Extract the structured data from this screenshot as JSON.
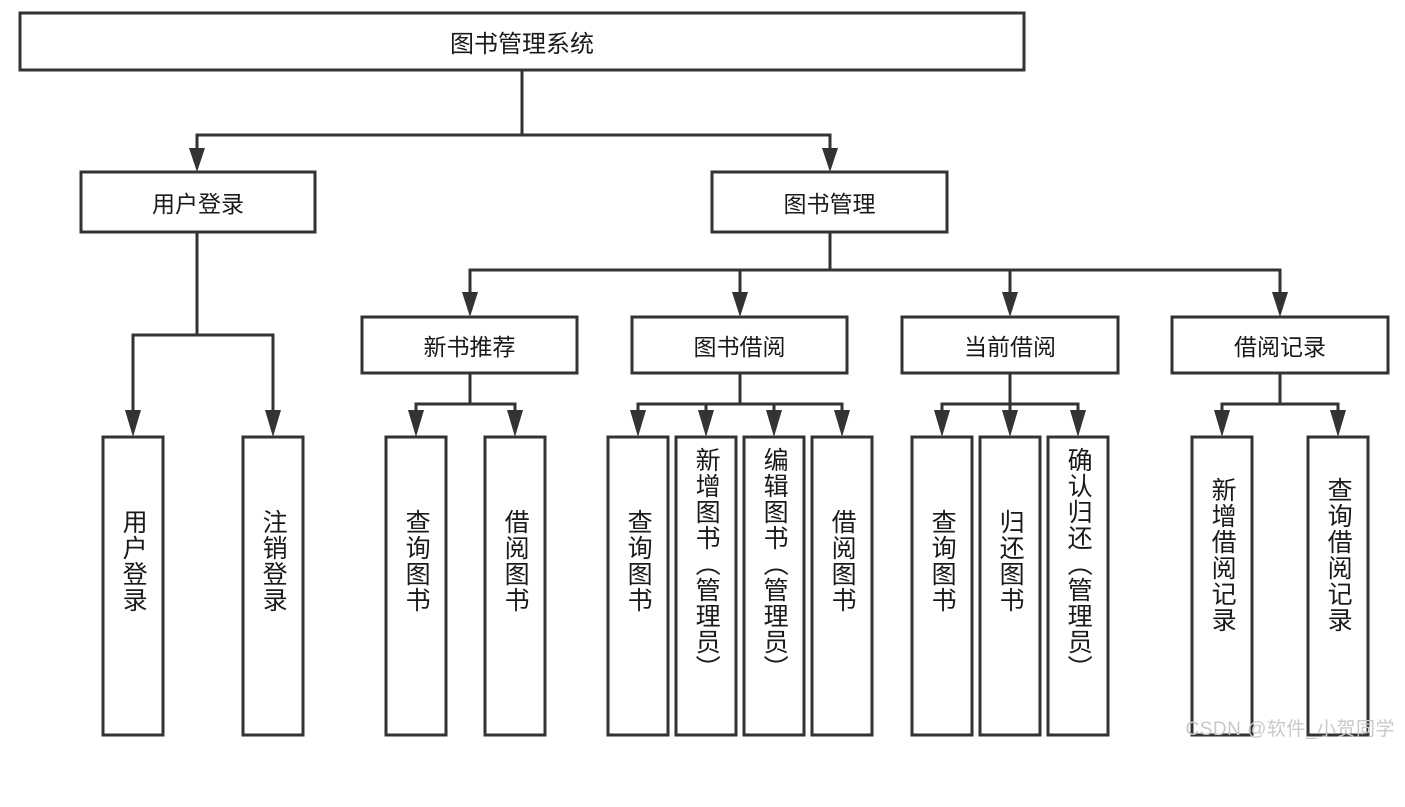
{
  "diagram": {
    "type": "tree",
    "title": "图书管理系统",
    "watermark": "CSDN @软件_小贺同学",
    "colors": {
      "box_stroke": "#333333",
      "box_fill": "#ffffff",
      "text": "#1a1a1a",
      "background": "#ffffff",
      "watermark": "#c9c9c9"
    },
    "root": {
      "id": "root",
      "label": "图书管理系统",
      "orientation": "horizontal"
    },
    "level2": [
      {
        "id": "user-login",
        "label": "用户登录",
        "orientation": "horizontal"
      },
      {
        "id": "book-management",
        "label": "图书管理",
        "orientation": "horizontal"
      }
    ],
    "level3": [
      {
        "id": "new-book-recommend",
        "label": "新书推荐",
        "orientation": "horizontal",
        "parent": "book-management"
      },
      {
        "id": "book-borrow",
        "label": "图书借阅",
        "orientation": "horizontal",
        "parent": "book-management"
      },
      {
        "id": "current-borrow",
        "label": "当前借阅",
        "orientation": "horizontal",
        "parent": "book-management"
      },
      {
        "id": "borrow-record",
        "label": "借阅记录",
        "orientation": "horizontal",
        "parent": "book-management"
      }
    ],
    "leaves": [
      {
        "id": "leaf-user-login",
        "label": "用户登录",
        "orientation": "vertical",
        "parent": "user-login"
      },
      {
        "id": "leaf-logout-login",
        "label": "注销登录",
        "orientation": "vertical",
        "parent": "user-login"
      },
      {
        "id": "leaf-query-book-1",
        "label": "查询图书",
        "orientation": "vertical",
        "parent": "new-book-recommend"
      },
      {
        "id": "leaf-borrow-book-1",
        "label": "借阅图书",
        "orientation": "vertical",
        "parent": "new-book-recommend"
      },
      {
        "id": "leaf-query-book-2",
        "label": "查询图书",
        "orientation": "vertical",
        "parent": "book-borrow"
      },
      {
        "id": "leaf-add-book",
        "label": "新增图书（管理员）",
        "orientation": "vertical",
        "parent": "book-borrow"
      },
      {
        "id": "leaf-edit-book",
        "label": "编辑图书（管理员）",
        "orientation": "vertical",
        "parent": "book-borrow"
      },
      {
        "id": "leaf-borrow-book-2",
        "label": "借阅图书",
        "orientation": "vertical",
        "parent": "book-borrow"
      },
      {
        "id": "leaf-query-book-3",
        "label": "查询图书",
        "orientation": "vertical",
        "parent": "current-borrow"
      },
      {
        "id": "leaf-return-book",
        "label": "归还图书",
        "orientation": "vertical",
        "parent": "current-borrow"
      },
      {
        "id": "leaf-confirm-return",
        "label": "确认归还（管理员）",
        "orientation": "vertical",
        "parent": "current-borrow"
      },
      {
        "id": "leaf-add-record",
        "label": "新增借阅记录",
        "orientation": "vertical",
        "parent": "borrow-record"
      },
      {
        "id": "leaf-query-record",
        "label": "查询借阅记录",
        "orientation": "vertical",
        "parent": "borrow-record"
      }
    ]
  }
}
